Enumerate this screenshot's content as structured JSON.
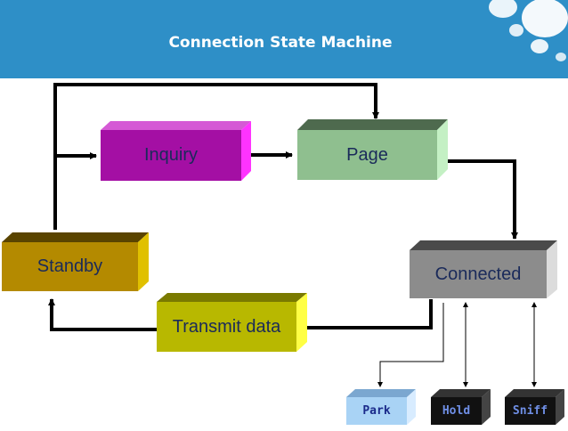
{
  "header": {
    "title": "Connection State Machine",
    "background_color": "#2e8fc7"
  },
  "diagram": {
    "states": {
      "inquiry": "Inquiry",
      "page": "Page",
      "standby": "Standby",
      "connected": "Connected",
      "transmit": "Transmit data"
    },
    "substates": {
      "park": "Park",
      "hold": "Hold",
      "sniff": "Sniff"
    },
    "colors": {
      "inquiry": "#a40fa4",
      "page": "#8fbf8f",
      "standby": "#b48a00",
      "connected": "#8c8c8c",
      "transmit": "#b8b800",
      "park": "#a9d3f5",
      "hold": "#111111",
      "sniff": "#111111"
    },
    "transitions": [
      {
        "from": "Standby",
        "to": "Inquiry"
      },
      {
        "from": "Standby",
        "to": "Page"
      },
      {
        "from": "Inquiry",
        "to": "Page"
      },
      {
        "from": "Page",
        "to": "Connected"
      },
      {
        "from": "Connected",
        "to": "Transmit data"
      },
      {
        "from": "Transmit data",
        "to": "Standby"
      },
      {
        "from": "Connected",
        "to": "Park"
      },
      {
        "from": "Connected",
        "to": "Hold"
      },
      {
        "from": "Connected",
        "to": "Sniff"
      }
    ]
  }
}
